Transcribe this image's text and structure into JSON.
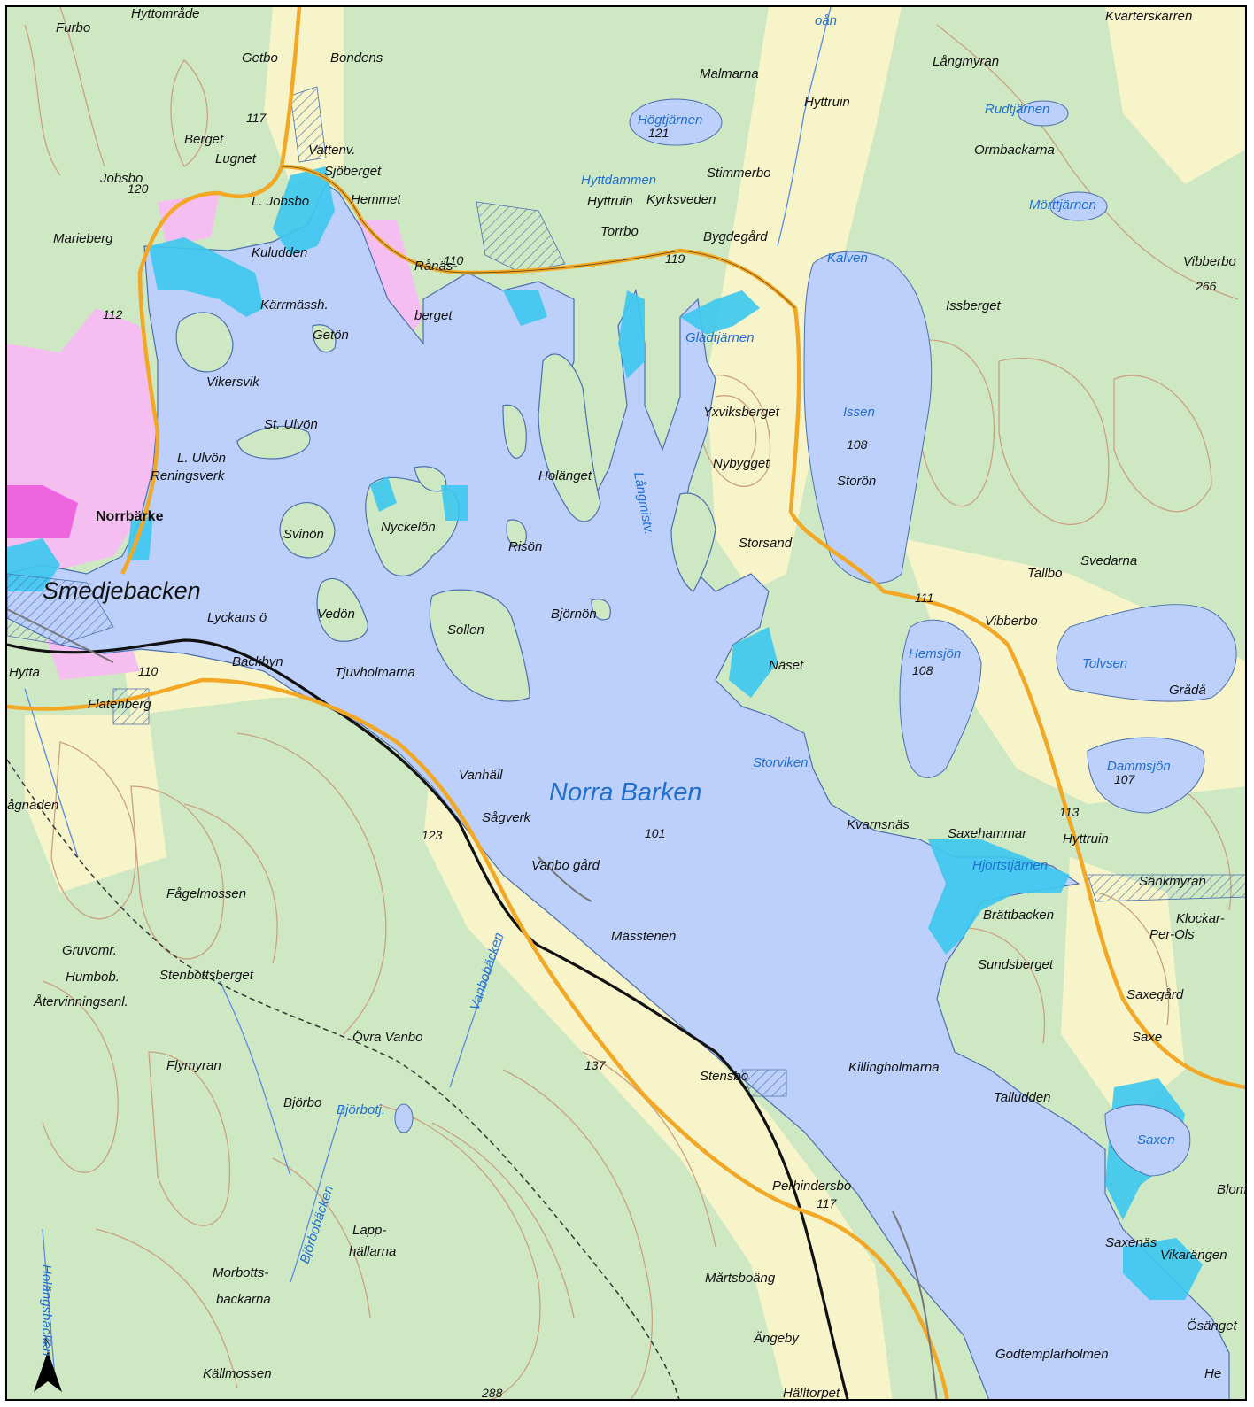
{
  "colors": {
    "forest": "#cfe8c4",
    "open_land": "#f6f4c8",
    "lake": "#bcd0fb",
    "shore_marsh": "#3cc8f0",
    "urban": "#f4bff0",
    "urban_dense": "#ee66dd",
    "road": "#f2a825",
    "contour": "#c9a17f",
    "railway": "#111111",
    "stream": "#5a8be0"
  },
  "north_arrow": {
    "letter": "N"
  },
  "labels": {
    "places": [
      "Furbo",
      "Hyttområde",
      "Getbo",
      "Bondens",
      "Malmarna",
      "Långmyran",
      "Kvarterskarren",
      "Hyttruin",
      "Ormbackarna",
      "Berget",
      "Lugnet",
      "Jobsbo",
      "Vattenv.",
      "Sjöberget",
      "Hemmet",
      "Stimmerbo",
      "L. Jobsbo",
      "Hyttruin",
      "Kyrksveden",
      "Torrbo",
      "Marieberg",
      "Bygdegård",
      "Vibberbo",
      "Kuludden",
      "Rånäs-",
      "berget",
      "Issberget",
      "Kärrmässh.",
      "Getön",
      "Vikersvik",
      "Yxviksberget",
      "St. Ulvön",
      "L. Ulvön",
      "Reningsverk",
      "Holänget",
      "Nybygget",
      "Storön",
      "Nyckelön",
      "Risön",
      "Storsand",
      "Svinön",
      "Tallbo",
      "Svedarna",
      "Lyckans ö",
      "Vedön",
      "Sollen",
      "Björnön",
      "Vibberbo",
      "Backbyn",
      "Tjuvholmarna",
      "Näset",
      "Grådå",
      "Flatenberg",
      "Vanhäll",
      "ågnaden",
      "Sågverk",
      "Kvarnsnäs",
      "Saxehammar",
      "Hyttruin",
      "Vanbo gård",
      "Fågelmossen",
      "Sänkmyran",
      "Brättbacken",
      "Klockar-",
      "Per-Ols",
      "Mässtenen",
      "Gruvomr.",
      "Humbob.",
      "Stenbottsberget",
      "Sundsberget",
      "Återvinningsanl.",
      "Saxegård",
      "Övra Vanbo",
      "Saxe",
      "Flymyran",
      "Stensbo",
      "Killingholmarna",
      "Talludden",
      "Björbo",
      "Blom",
      "Perhindersbo",
      "Lapp-",
      "hällarna",
      "Saxenäs",
      "Vikarängen",
      "Morbotts-",
      "backarna",
      "Mårtsboäng",
      "Ösänget",
      "Ängeby",
      "Källmossen",
      "Godtemplarholmen",
      "Hälltorpet",
      "Hytta",
      "He"
    ],
    "major": {
      "smedjebacken": "Smedjebacken",
      "norrbarke": "Norrbärke"
    },
    "water": [
      "Högtjärnen",
      "Rudtjärnen",
      "Hyttdammen",
      "Mörttjärnen",
      "Kalven",
      "Gladtjärnen",
      "Issen",
      "Långmistv.",
      "Hemsjön",
      "Tolvsen",
      "Storviken",
      "Dammsjön",
      "Hjortstjärnen",
      "Vanbobäcken",
      "Björbotj.",
      "Saxen",
      "Björbobäcken",
      "Holängsbäcken",
      "Norra Barken",
      "oån"
    ],
    "elevations": [
      "117",
      "121",
      "120",
      "110",
      "119",
      "266",
      "112",
      "108",
      "111",
      "108",
      "110",
      "107",
      "123",
      "101",
      "113",
      "137",
      "117",
      "288"
    ]
  }
}
